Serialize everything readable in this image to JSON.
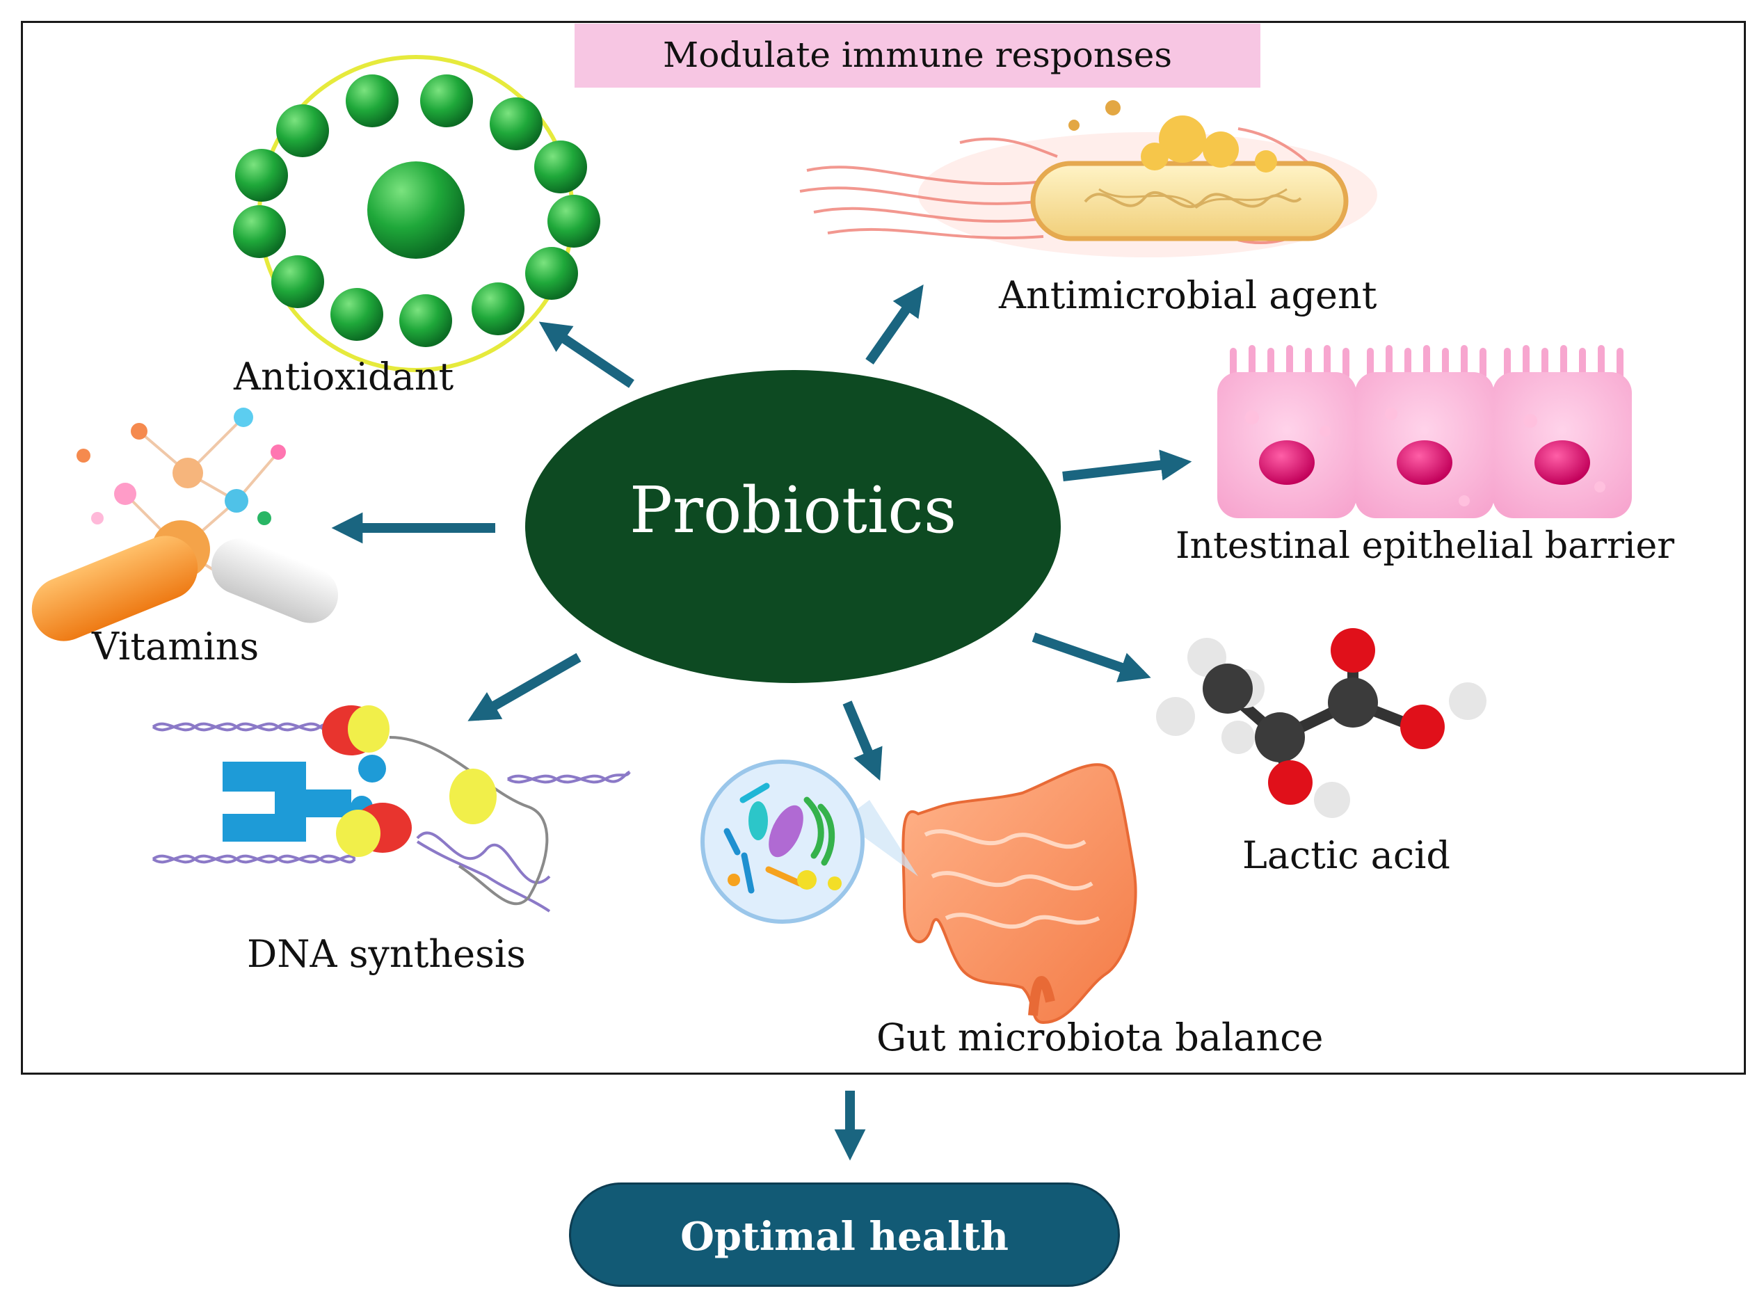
{
  "banner": "Modulate immune responses",
  "center": "Probiotics",
  "outcome": "Optimal health",
  "labels": {
    "antioxidant": "Antioxidant",
    "antimicrobial": "Antimicrobial agent",
    "epithelial": "Intestinal epithelial barrier",
    "vitamins": "Vitamins",
    "lactic": "Lactic acid",
    "dna": "DNA synthesis",
    "gut": "Gut microbiota balance"
  },
  "colors": {
    "center_fill": "#0d4a22",
    "arrow": "#1a6580",
    "banner": "#f7c6e3",
    "outcome_fill": "#125a75"
  },
  "icons": [
    "antioxidant-ring-icon",
    "bacterium-icon",
    "epithelial-cells-icon",
    "vitamin-capsules-icon",
    "lactic-acid-molecule-icon",
    "dna-replication-icon",
    "gut-microbiota-icon"
  ]
}
